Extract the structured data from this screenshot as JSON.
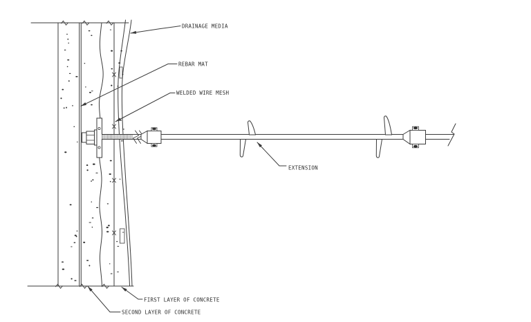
{
  "drawing": {
    "labels": {
      "drainage_media": "DRAINAGE MEDIA",
      "rebar_mat": "REBAR MAT",
      "welded_wire_mesh": "WELDED WIRE MESH",
      "extension": "EXTENSION",
      "first_layer_of_concrete": "FIRST LAYER OF CONCRETE",
      "second_layer_of_concrete": "SECOND LAYER OF CONCRETE"
    },
    "colors": {
      "line": "#3a3a3a",
      "text": "#2e2e2e",
      "stipple": "#2c2c2c",
      "background": "#ffffff"
    }
  }
}
